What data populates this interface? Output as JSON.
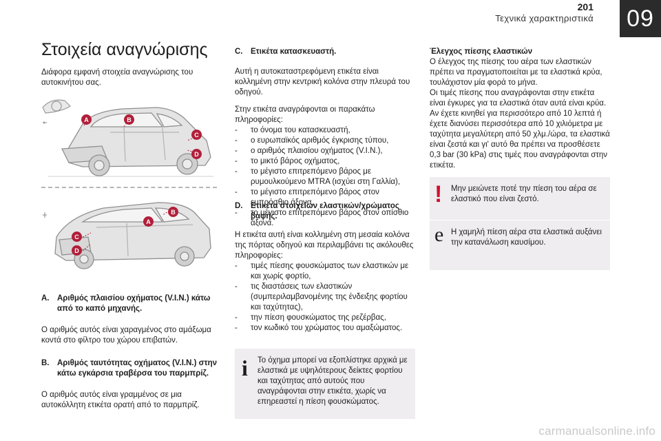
{
  "header": {
    "page_number": "201",
    "chapter_title": "Τεχνικά χαρακτηριστικά",
    "chapter_number": "09"
  },
  "title": "Στοιχεία αναγνώρισης",
  "intro": "Διάφορα εμφανή στοιχεία αναγνώρισης του αυτοκινήτου σας.",
  "figure_top": {
    "markers": [
      "A",
      "B",
      "C",
      "D"
    ]
  },
  "figure_bottom": {
    "markers": [
      "B",
      "A",
      "C",
      "D"
    ]
  },
  "section_a": {
    "label": "A.",
    "heading_line1": "Αριθμός πλαισίου οχήματος (V.I.N.) κάτω",
    "heading_line2": "από το καπό μηχανής.",
    "body": "Ο αριθμός αυτός είναι χαραγμένος στο αμάξωμα κοντά στο φίλτρο του χώρου επιβατών."
  },
  "section_b": {
    "label": "B.",
    "heading_line1": "Αριθμός ταυτότητας οχήματος (V.I.N.) στην",
    "heading_line2": "κάτω εγκάρσια τραβέρσα του παρμπρίζ.",
    "body": "Ο αριθμός αυτός είναι γραμμένος σε μια αυτοκόλλητη ετικέτα ορατή από το παρμπρίζ."
  },
  "section_c": {
    "label": "C.",
    "heading": "Ετικέτα κατασκευαστή.",
    "body1": "Αυτή η αυτοκαταστρεφόμενη ετικέτα είναι κολλημένη στην κεντρική κολόνα στην πλευρά του οδηγού.",
    "body2": "Στην ετικέτα αναγράφονται οι παρακάτω πληροφορίες:",
    "list": [
      "το όνομα του κατασκευαστή,",
      "ο ευρωπαϊκός αριθμός έγκρισης τύπου,",
      "ο αριθμός πλαισίου οχήματος (V.I.N.),",
      "το μικτό βάρος οχήματος,",
      "το μέγιστο επιτρεπόμενο βάρος με ρυμουλκούμενο MTRA (ισχύει στη Γαλλία),",
      "το μέγιστο επιτρεπόμενο βάρος στον εμπρόσθιο άξονα,",
      "το μέγιστο επιτρεπόμενο βάρος στον οπίσθιο άξονα."
    ]
  },
  "section_d": {
    "label": "D.",
    "heading_line1": "Ετικέτα στοιχείων ελαστικών/χρώματος",
    "heading_line2": "βαφής.",
    "body": "Η ετικέτα αυτή είναι κολλημένη στη μεσαία κολόνα της πόρτας οδηγού και περιλαμβάνει τις ακόλουθες πληροφορίες:",
    "list": [
      "τιμές πίεσης φουσκώματος των ελαστικών με και χωρίς φορτίο,",
      "τις διαστάσεις των ελαστικών (συμπεριλαμβανομένης της ένδειξης φορτίου και ταχύτητας),",
      "την πίεση φουσκώματος της ρεζέρβας,",
      "τον κωδικό του χρώματος του αμαξώματος."
    ]
  },
  "info_note": "Το όχημα μπορεί να εξοπλίστηκε αρχικά με ελαστικά με υψηλότερους δείκτες φορτίου και ταχύτητας από αυτούς που αναγράφονται στην ετικέτα, χωρίς να επηρεαστεί η πίεση φουσκώματος.",
  "tyre_check": {
    "heading": "Έλεγχος πίεσης ελαστικών",
    "body1": "Ο έλεγχος της πίεσης του αέρα των ελαστικών πρέπει να πραγματοποιείται με τα ελαστικά κρύα, τουλάχιστον μία φορά το μήνα.",
    "body2": "Οι τιμές πίεσης που αναγράφονται στην ετικέτα είναι έγκυρες για τα ελαστικά όταν αυτά είναι κρύα. Αν έχετε κινηθεί για περισσότερο από 10 λεπτά ή έχετε διανύσει περισσότερα από 10 χιλιόμετρα με ταχύτητα μεγαλύτερη από 50 χλμ./ώρα, τα ελαστικά είναι ζεστά και γι' αυτό θα πρέπει να προσθέσετε 0,3 bar (30 kPa) στις τιμές που αναγράφονται στην ετικέτα."
  },
  "warning_note": "Μην μειώνετε ποτέ την πίεση του αέρα σε ελαστικό που είναι ζεστό.",
  "eco_note": "Η χαμηλή πίεση αέρα στα ελαστικά αυξάνει την κατανάλωση καυσίμου.",
  "icons": {
    "warning": "!",
    "info": "i",
    "eco": "e"
  },
  "watermark": "carmanualsonline.info",
  "colors": {
    "marker": "#b11f3a",
    "warning_icon": "#d0102c",
    "note_box": "#efedf0",
    "chapter_tab": "#2b2b2b"
  }
}
